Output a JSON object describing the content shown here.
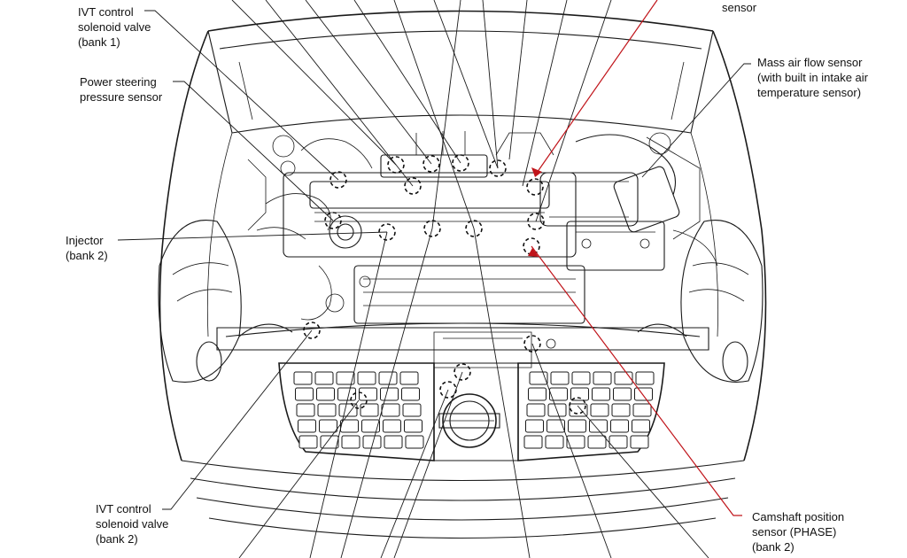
{
  "labels": {
    "ivt_bank1": [
      "IVT control",
      "solenoid valve",
      "(bank 1)"
    ],
    "ps_sensor": [
      "Power steering",
      "pressure sensor"
    ],
    "injector_bank2": [
      "Injector",
      "(bank 2)"
    ],
    "ivt_bank2": [
      "IVT control",
      "solenoid valve",
      "(bank 2)"
    ],
    "sensor_top": [
      "sensor"
    ],
    "maf": [
      "Mass air flow sensor",
      "(with built in intake air",
      "temperature sensor)"
    ],
    "cam_phase": [
      "Camshaft position",
      "sensor (PHASE)",
      "(bank 2)"
    ]
  },
  "colors": {
    "line": "#1a1a1a",
    "highlight": "#c0141a",
    "background": "#ffffff"
  }
}
